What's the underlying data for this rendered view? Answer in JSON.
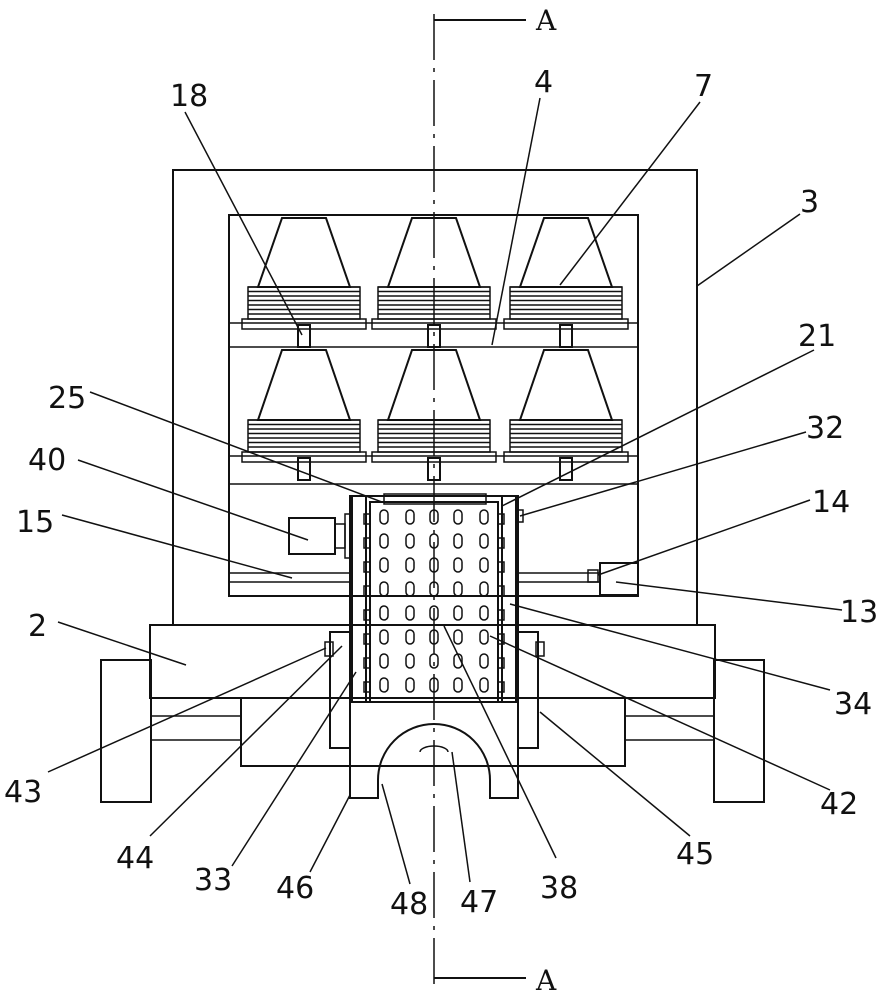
{
  "section_marks": {
    "top": "A",
    "bottom": "A"
  },
  "labels": [
    {
      "id": "18",
      "text": "18"
    },
    {
      "id": "4",
      "text": "4"
    },
    {
      "id": "7",
      "text": "7"
    },
    {
      "id": "3",
      "text": "3"
    },
    {
      "id": "21",
      "text": "21"
    },
    {
      "id": "25",
      "text": "25"
    },
    {
      "id": "32",
      "text": "32"
    },
    {
      "id": "40",
      "text": "40"
    },
    {
      "id": "14",
      "text": "14"
    },
    {
      "id": "15",
      "text": "15"
    },
    {
      "id": "13",
      "text": "13"
    },
    {
      "id": "2",
      "text": "2"
    },
    {
      "id": "34",
      "text": "34"
    },
    {
      "id": "43",
      "text": "43"
    },
    {
      "id": "42",
      "text": "42"
    },
    {
      "id": "44",
      "text": "44"
    },
    {
      "id": "45",
      "text": "45"
    },
    {
      "id": "33",
      "text": "33"
    },
    {
      "id": "38",
      "text": "38"
    },
    {
      "id": "46",
      "text": "46"
    },
    {
      "id": "47",
      "text": "47"
    },
    {
      "id": "48",
      "text": "48"
    }
  ]
}
